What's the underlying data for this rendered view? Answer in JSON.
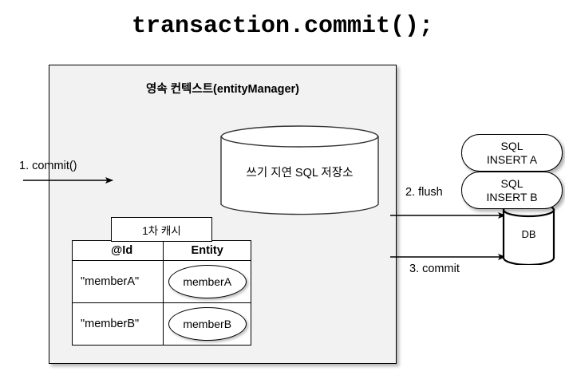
{
  "title": "transaction.commit();",
  "persistence_context": {
    "label": "영속 컨텍스트(entityManager)",
    "sql_store": {
      "label": "쓰기 지연 SQL 저장소",
      "icon": "cylinder-icon"
    },
    "cache": {
      "title": "1차 캐시",
      "columns": [
        "@Id",
        "Entity"
      ],
      "rows": [
        {
          "id": "\"memberA\"",
          "entity": "memberA"
        },
        {
          "id": "\"memberB\"",
          "entity": "memberB"
        }
      ]
    }
  },
  "database": {
    "label": "DB",
    "icon": "database-cylinder-icon",
    "sql_statements": [
      {
        "line1": "SQL",
        "line2": "INSERT A"
      },
      {
        "line1": "SQL",
        "line2": "INSERT B"
      }
    ]
  },
  "arrows": [
    {
      "name": "commit-in",
      "label": "1. commit()"
    },
    {
      "name": "flush",
      "label": "2. flush"
    },
    {
      "name": "commit-db",
      "label": "3. commit"
    }
  ],
  "colors": {
    "context_fill": "#f2f2f2",
    "stroke": "#000000",
    "page_background": "#ffffff",
    "shape_fill": "#ffffff"
  }
}
